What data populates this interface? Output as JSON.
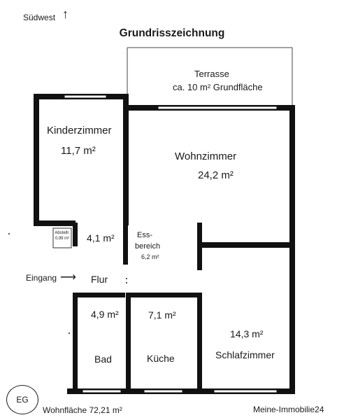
{
  "header": {
    "compass_label": "Südwest",
    "north_arrow": "↑",
    "title": "Grundrisszeichnung"
  },
  "rooms": {
    "terrace": {
      "name": "Terrasse",
      "area_note": "ca. 10 m² Grundfläche"
    },
    "kinderzimmer": {
      "name": "Kinderzimmer",
      "area": "11,7 m²"
    },
    "wohnzimmer": {
      "name": "Wohnzimmer",
      "area": "24,2 m²"
    },
    "abstell": {
      "name": "Abstellr.",
      "area": "0,99 m²"
    },
    "flur_upper": {
      "area": "4,1 m²"
    },
    "essbereich": {
      "name_line1": "Ess-",
      "name_line2": "bereich",
      "area": "6,2 m²"
    },
    "flur": {
      "name": "Flur"
    },
    "bad": {
      "name": "Bad",
      "area": "4,9 m²"
    },
    "kueche": {
      "name": "Küche",
      "area": "7,1 m²"
    },
    "schlafzimmer": {
      "name": "Schlafzimmer",
      "area": "14,3 m²"
    }
  },
  "entrance": {
    "label": "Eingang",
    "arrow": "⟶"
  },
  "footer": {
    "floor_badge": "EG",
    "wohnflaeche": "Wohnfläche 72,21 m²",
    "watermark": "Meine-Immobilie24"
  },
  "colors": {
    "wall": "#111111",
    "window_fill": "#ffffff",
    "text": "#1a1a1a",
    "watermark": "#222222"
  }
}
